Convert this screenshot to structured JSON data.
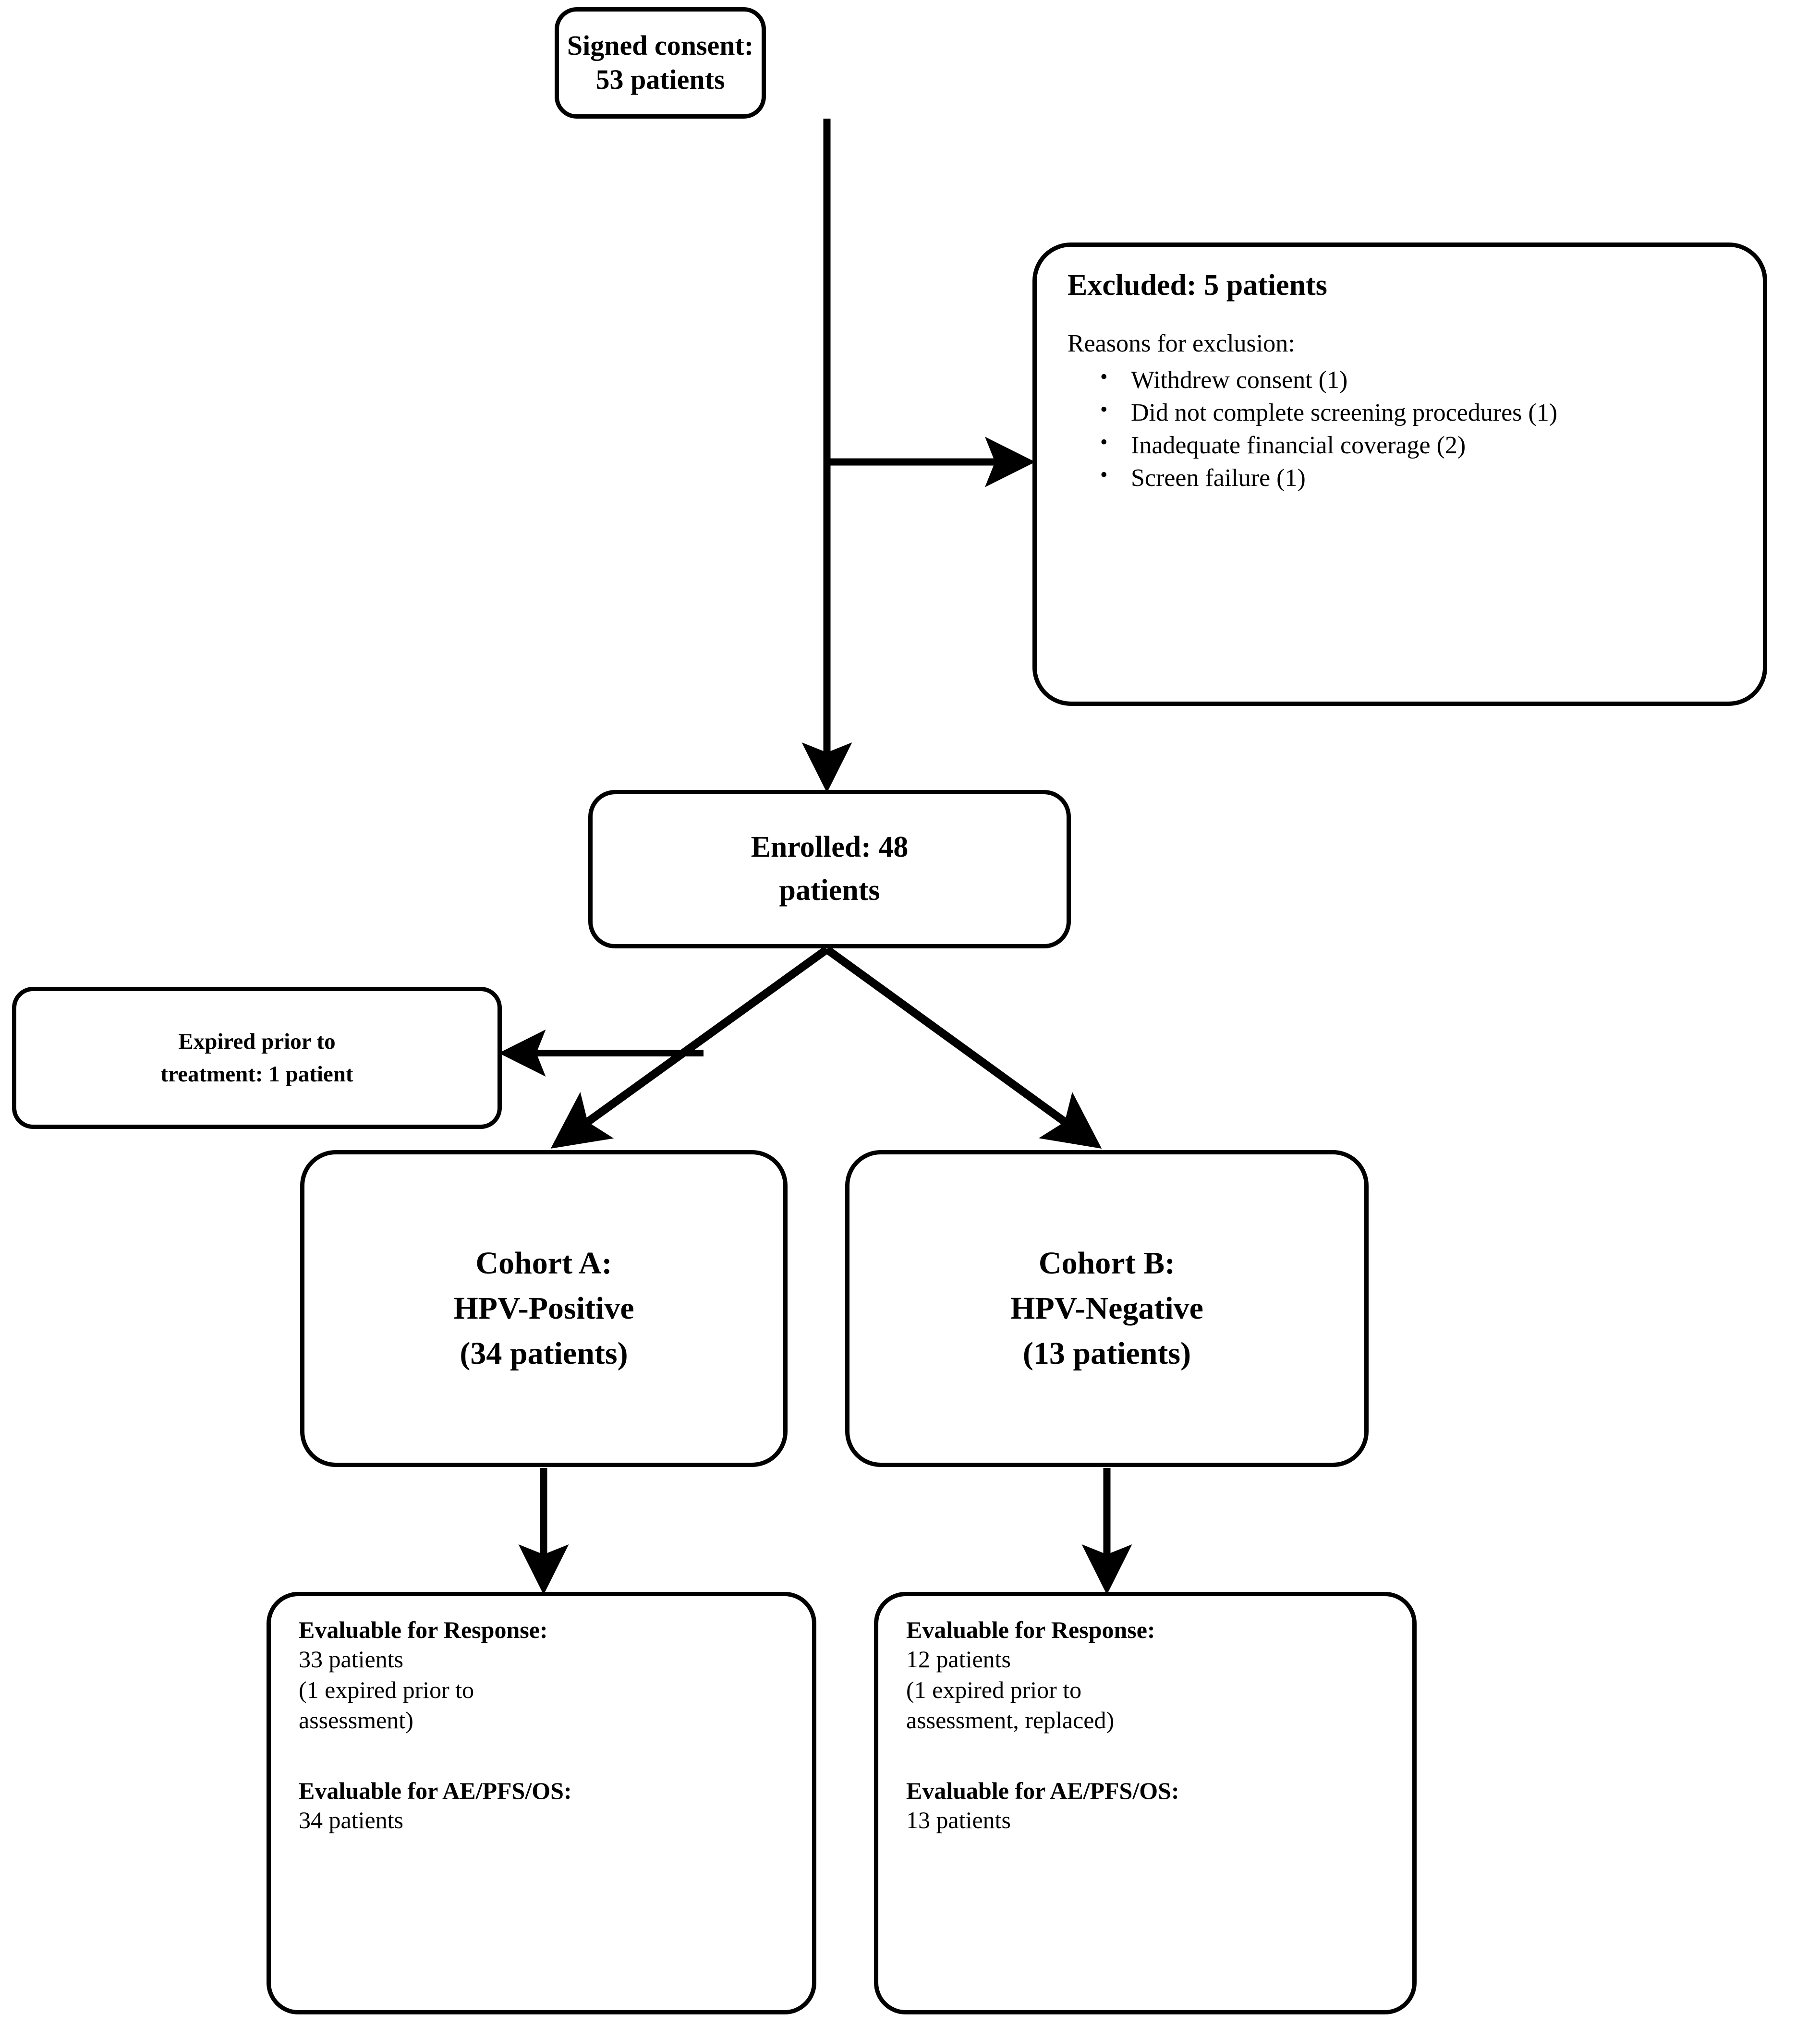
{
  "figure": {
    "type": "consort-flow-diagram",
    "stroke_color": "#000000",
    "background_color": "#ffffff"
  },
  "nodes": {
    "signed_consent": {
      "line1": "Signed consent:",
      "line2": "53 patients"
    },
    "excluded": {
      "title": "Excluded: 5 patients",
      "reasons_label": "Reasons for exclusion:",
      "reasons": [
        "Withdrew consent (1)",
        "Did not complete screening procedures (1)",
        "Inadequate financial coverage (2)",
        "Screen failure (1)"
      ]
    },
    "enrolled": {
      "line1": "Enrolled: 48",
      "line2": "patients"
    },
    "expired_prior": {
      "line1": "Expired prior to",
      "line2": "treatment: 1 patient"
    },
    "cohort_a": {
      "line1": "Cohort A:",
      "line2": "HPV-Positive",
      "line3": "(34 patients)"
    },
    "cohort_b": {
      "line1": "Cohort B:",
      "line2": "HPV-Negative",
      "line3": "(13 patients)"
    },
    "evaluable_a": {
      "response_title": "Evaluable for Response:",
      "response_body": "33 patients\n(1 expired prior to\nassessment)",
      "ae_title": "Evaluable for AE/PFS/OS:",
      "ae_body": "34 patients"
    },
    "evaluable_b": {
      "response_title": "Evaluable for Response:",
      "response_body": "12 patients\n(1 expired prior to\nassessment, replaced)",
      "ae_title": "Evaluable for AE/PFS/OS:",
      "ae_body": "13 patients"
    }
  }
}
